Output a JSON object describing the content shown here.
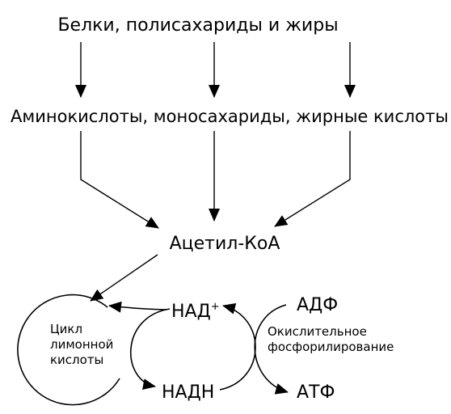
{
  "labels": {
    "macromolecules": "Белки, полисахариды и жиры",
    "monomers": "Аминокислоты, моносахариды, жирные кислоты",
    "acetyl_coa": "Ацетил-КоА",
    "cycle_line1": "Цикл",
    "cycle_line2": "лимонной",
    "cycle_line3": "кислоты",
    "nad": "НАД",
    "nad_sup": "+",
    "nadh": "НАДН",
    "adp": "АДФ",
    "atp": "АТФ",
    "oxphos_line1": "Окислительное",
    "oxphos_line2": "фосфорилирование"
  },
  "colors": {
    "ink": "#000000",
    "background": "#ffffff"
  }
}
